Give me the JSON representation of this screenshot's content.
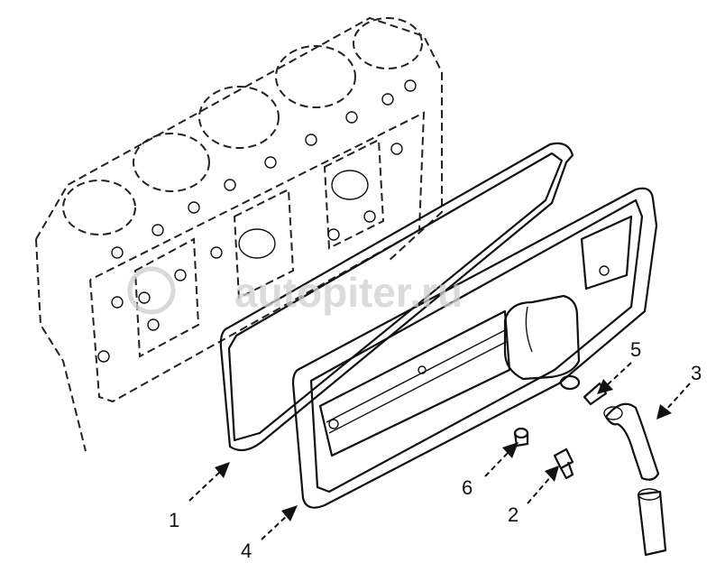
{
  "diagram": {
    "watermark": "autopiter.ru",
    "callouts": [
      {
        "id": "1",
        "label": "1"
      },
      {
        "id": "2",
        "label": "2"
      },
      {
        "id": "3",
        "label": "3"
      },
      {
        "id": "4",
        "label": "4"
      },
      {
        "id": "5",
        "label": "5"
      },
      {
        "id": "6",
        "label": "6"
      }
    ]
  }
}
